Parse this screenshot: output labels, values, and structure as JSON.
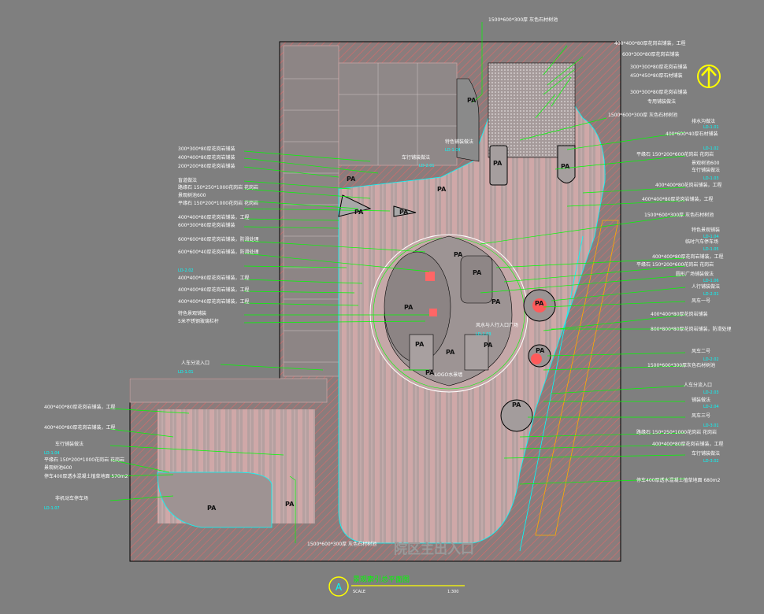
{
  "labels": {
    "top_1": "1500*600*300厚 灰色石材树池",
    "r1": "400*400*80厚花岗岩铺装，工程",
    "r2": "600*300*80厚花岗岩铺装",
    "r3": "300*300*80厚花岗岩铺装",
    "r4": "450*450*80厚石材铺装",
    "r5": "300*300*80厚花岗岩铺装",
    "r6": "专用铺装做法",
    "r7": "1500*600*300厚 灰色石材树池",
    "r8": "排水沟做法",
    "r9": "400*600*40厚石材铺装",
    "r10": "平缘石 150*200*600花岗岩 花岗岩",
    "r11": "景观树池600",
    "r12": "车行铺装做法",
    "r13": "400*400*80花岗岩铺装，工程",
    "r14": "400*400*80厚花岗岩铺装，工程",
    "r15": "1500*600*300厚 灰色石材树池",
    "r16": "特色景观铺装",
    "r17": "临时汽车停车场",
    "r18": "400*400*80厚花岗岩铺装，工程",
    "r19": "平缘石 150*200*600花岗岩 花岗岩",
    "r20": "圆形广场铺装做法",
    "r21": "人行铺装做法",
    "r22": "风车一号",
    "r23": "400*400*80厚花岗岩铺装",
    "r24": "800*800*80厚花岗岩铺装，防滑处理",
    "r25": "风车二号",
    "r26": "1500*600*300厚灰色石材树池",
    "r27": "人车分流入口",
    "r28": "铺装做法",
    "r29": "风车三号",
    "r30": "路缘石 150*250*1000花岗岩 花岗岩",
    "r31": "400*400*80厚花岗岩铺装，工程",
    "r32": "车行铺装做法",
    "r33": "停车400厚透水混凝土植草地面 680m2",
    "l1": "300*300*80厚花岗岩铺装",
    "l2": "400*400*80厚花岗岩铺装",
    "l3": "200*200*80厚花岗岩铺装",
    "l4": "盲道做法",
    "l5": "路缘石 150*250*1000花岗岩 花岗岩",
    "l6": "景观树池600",
    "l7": "平缘石 150*200*1000花岗岩 花岗岩",
    "l8": "400*400*80厚花岗岩铺装，工程",
    "l9": "600*300*80厚花岗岩铺装",
    "l10": "600*600*80厚花岗岩铺装，防滑处理",
    "l11": "600*600*40厚花岗岩铺装，防滑处理",
    "l12": "400*400*80厚花岗岩铺装，工程",
    "l13": "400*400*80厚花岗岩铺装，工程",
    "l14": "400*400*40厚花岗岩铺装，工程",
    "l15": "特色景观铺装",
    "l16": "5米不锈钢玻璃栏杆",
    "l17": "人车分流入口",
    "ll1": "400*400*80厚花岗岩铺装，工程",
    "ll2": "400*400*80厚花岗岩铺装，工程",
    "ll3": "车行铺装做法",
    "ll4": "平缘石 150*200*1000花岗岩 花岗岩",
    "ll5": "景观树池600",
    "ll6": "停车400厚透水混凝土植草地面 570m2",
    "ll7": "非机动车停车场",
    "bottom_1": "1500*600*300厚 灰色石材树池",
    "inner_1": "车行铺装做法",
    "inner_2": "特色铺装做法",
    "inner_3": "风水与人行入口广场",
    "inner_4": "LOGO水景墙",
    "entrance": "院区主出入口",
    "title": "景观索引总平面图",
    "scale_label": "SCALE",
    "scale_value": "1:300",
    "circle_letter": "A",
    "pa": "PA"
  },
  "refs": [
    "LD-1.01",
    "LD-1.02",
    "LD-1.03",
    "LD-1.04",
    "LD-1.05",
    "LD-1.06",
    "LD-2.01",
    "LD-2.02",
    "LD-2.03",
    "LD-2.04",
    "LD-3.01",
    "LD-3.02",
    "LD-1.07"
  ],
  "colors": {
    "background": "#7f7f7f",
    "leader": "#00ff00",
    "reference": "#00ffff",
    "hatch": "#d86b6b",
    "plaza": "#d8a0a0",
    "north_arrow": "#ffff00"
  }
}
